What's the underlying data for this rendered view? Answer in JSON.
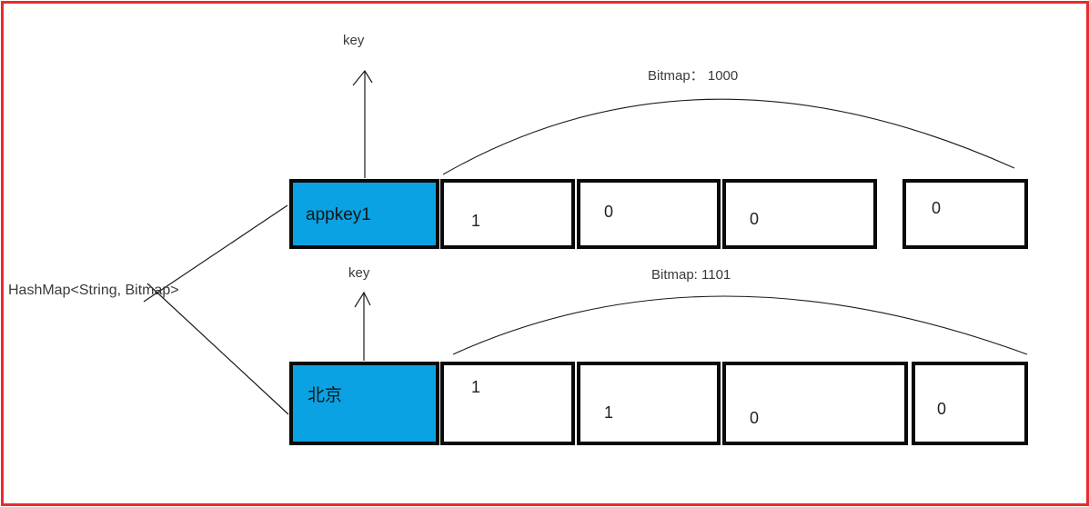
{
  "colors": {
    "frame_red": "#e72b2e",
    "key_cell_fill": "#0aa2e2",
    "box_border": "#0a0a0a"
  },
  "hashmap_label": "HashMap<String, Bitmap>",
  "rows": [
    {
      "key_label": "key",
      "key_name": "appkey1",
      "bitmap_label": "Bitmap： 1000",
      "bits": [
        "1",
        "0",
        "0",
        "0"
      ]
    },
    {
      "key_label": "key",
      "key_name": "北京",
      "bitmap_label": "Bitmap: 1101",
      "bits": [
        "1",
        "1",
        "0",
        "0"
      ]
    }
  ]
}
